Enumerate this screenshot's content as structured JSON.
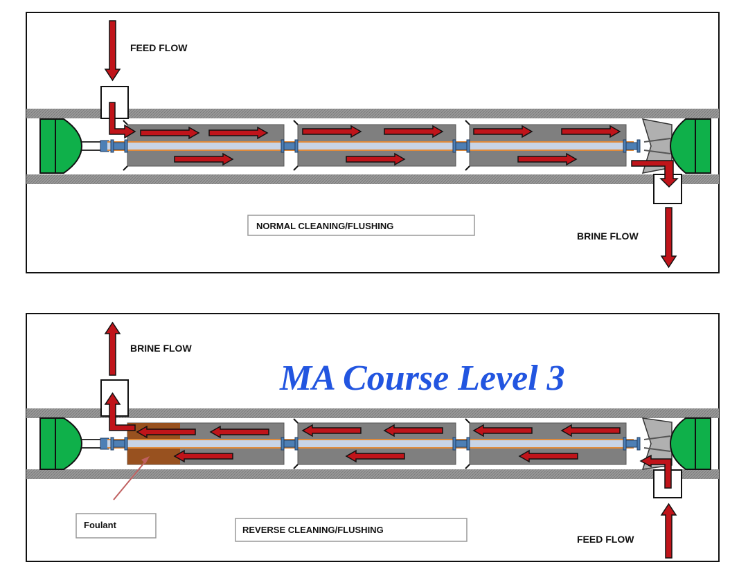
{
  "top_panel": {
    "feed_label": "FEED FLOW",
    "brine_label": "BRINE FLOW",
    "mode_label": "NORMAL CLEANING/FLUSHING"
  },
  "bottom_panel": {
    "brine_label": "BRINE FLOW",
    "feed_label": "FEED FLOW",
    "mode_label": "REVERSE CLEANING/FLUSHING",
    "foulant_label": "Foulant"
  },
  "watermark": "MA Course Level 3",
  "colors": {
    "arrow": "#c0141a",
    "end_cap": "#0fb04a",
    "pipe": "#4d7fb5",
    "element": "#7f7f7f",
    "foulant": "#9a4f1a",
    "title": "#2255e0"
  }
}
